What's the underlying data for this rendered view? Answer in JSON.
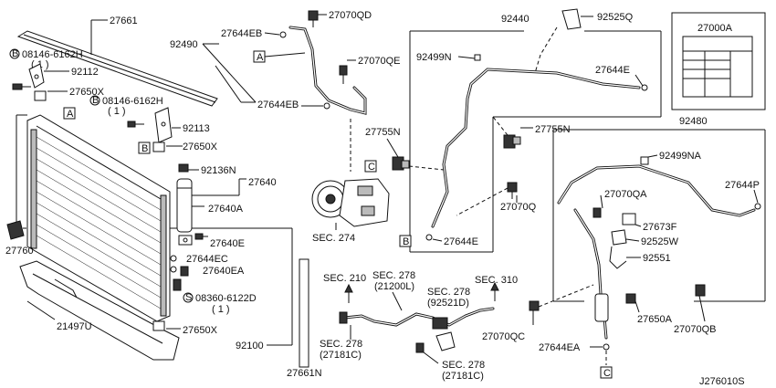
{
  "labels": {
    "p27661": "27661",
    "p92490": "92490",
    "p27644EB_a": "27644EB",
    "p27070QD": "27070QD",
    "p92440": "92440",
    "p92525Q": "92525Q",
    "p27000A": "27000A",
    "p08146_a": "08146-6162H",
    "p08146_a_qty": "( 1 )",
    "p92112": "92112",
    "p27650X_a": "27650X",
    "p08146_b": "08146-6162H",
    "p08146_b_qty": "( 1 )",
    "p92113": "92113",
    "p27650X_b": "27650X",
    "p27070QE": "27070QE",
    "p27644EB_b": "27644EB",
    "p92499N": "92499N",
    "p27644E_a": "27644E",
    "p27755N_a": "27755N",
    "p27755N_b": "27755N",
    "p92480": "92480",
    "p92499NA": "92499NA",
    "p27644P": "27644P",
    "p27070QA": "27070QA",
    "p27673F": "27673F",
    "p92525W": "92525W",
    "p92551": "92551",
    "p92136N": "92136N",
    "p27640": "27640",
    "p27640A": "27640A",
    "p27640E": "27640E",
    "p27644EC": "27644EC",
    "p27640EA": "27640EA",
    "p08360": "08360-6122D",
    "p08360_qty": "( 1 )",
    "p27650X_c": "27650X",
    "p92100": "92100",
    "p27760": "27760",
    "p21497U": "21497U",
    "pSEC274": "SEC. 274",
    "p27070Q": "27070Q",
    "p27644E_b": "27644E",
    "pSEC210": "SEC. 210",
    "pSEC278_a": "SEC. 278",
    "pSEC278_a_sub": "(21200L)",
    "pSEC278_b": "SEC. 278",
    "pSEC278_b_sub": "(92521D)",
    "pSEC310": "SEC. 310",
    "pSEC278_c": "SEC. 278",
    "pSEC278_c_sub": "(27181C)",
    "pSEC278_d": "SEC. 278",
    "pSEC278_d_sub": "(27181C)",
    "p27070QC": "27070QC",
    "p27650A": "27650A",
    "p27070QB": "27070QB",
    "p27644EA": "27644EA",
    "p27661N": "27661N",
    "pDiagramId": "J276010S"
  },
  "refs": {
    "A": "A",
    "B": "B",
    "C": "C",
    "S": "S"
  }
}
